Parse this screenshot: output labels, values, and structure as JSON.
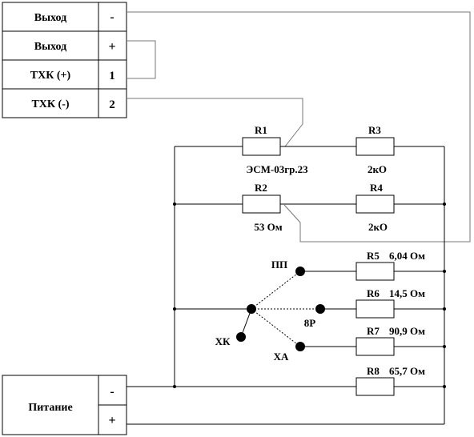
{
  "terminals": {
    "out_minus": {
      "label": "Выход",
      "sign": "-"
    },
    "out_plus": {
      "label": "Выход",
      "sign": "+"
    },
    "tc_plus": {
      "label": "ТХК (+)",
      "pin": "1"
    },
    "tc_minus": {
      "label": "ТХК (-)",
      "pin": "2"
    }
  },
  "power": {
    "label": "Питание",
    "minus": "-",
    "plus": "+"
  },
  "resistors": {
    "r1": {
      "name": "R1",
      "value": "ЭСМ-03гр.23"
    },
    "r2": {
      "name": "R2",
      "value": "53 Ом"
    },
    "r3": {
      "name": "R3",
      "value": "2кО"
    },
    "r4": {
      "name": "R4",
      "value": "2кО"
    },
    "r5": {
      "name": "R5",
      "value": "6,04 Ом"
    },
    "r6": {
      "name": "R6",
      "value": "14,5 Ом"
    },
    "r7": {
      "name": "R7",
      "value": "90,9 Ом"
    },
    "r8": {
      "name": "R8",
      "value": "65,7 Ом"
    }
  },
  "switch_positions": {
    "pp": "ПП",
    "8r": "8Р",
    "xa": "ХА",
    "xk": "ХК"
  }
}
